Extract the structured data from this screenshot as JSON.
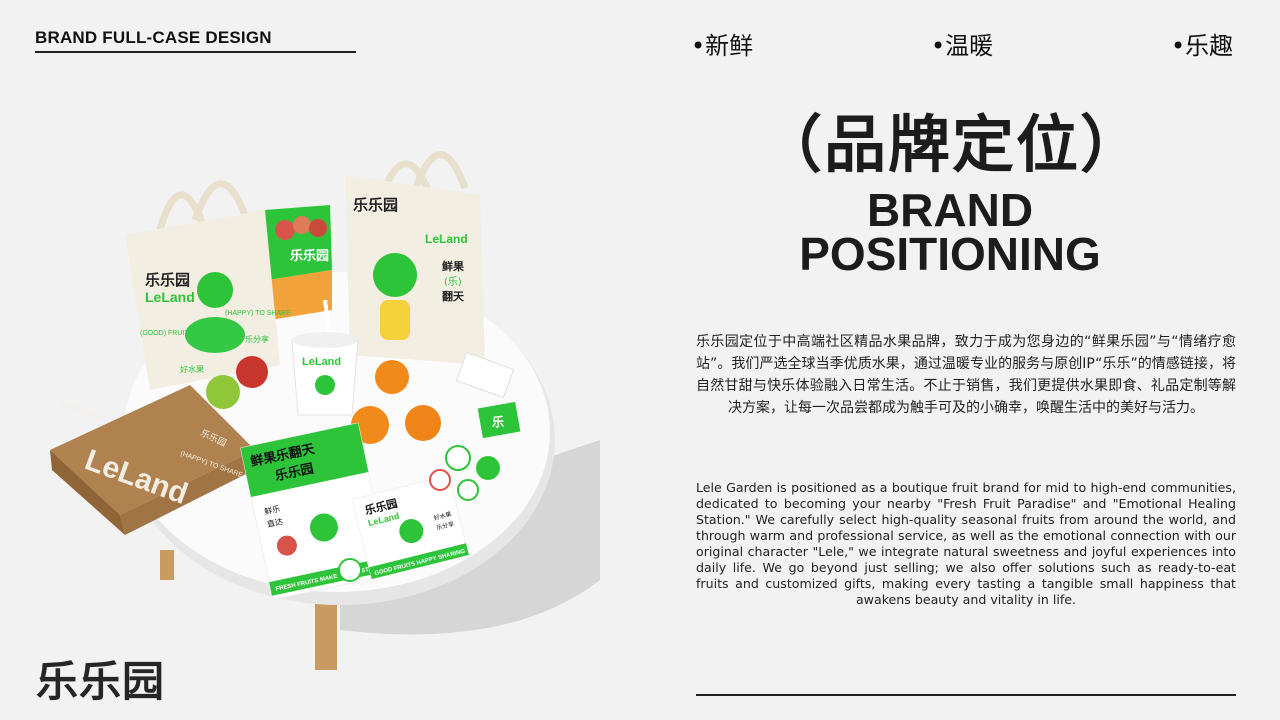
{
  "header": {
    "label": "BRAND FULL-CASE DESIGN"
  },
  "keywords": [
    "•新鲜",
    "•温暖",
    "•乐趣"
  ],
  "title": {
    "cn": "（品牌定位）",
    "en_line1": "BRAND",
    "en_line2": "POSITIONING"
  },
  "description": {
    "cn": "乐乐园定位于中高端社区精品水果品牌，致力于成为您身边的“鲜果乐园”与“情绪疗愈站”。我们严选全球当季优质水果，通过温暖专业的服务与原创IP“乐乐”的情感链接，将自然甘甜与快乐体验融入日常生活。不止于销售，我们更提供水果即食、礼品定制等解决方案，让每一次品尝都成为触手可及的小确幸，唤醒生活中的美好与活力。",
    "en": "Lele Garden is positioned as a boutique fruit brand for mid to high-end communities, dedicated to becoming your nearby \"Fresh Fruit Paradise\" and \"Emotional Healing Station.\" We carefully select high-quality seasonal fruits from around the world, and through warm and professional service, as well as the emotional connection with our original character \"Lele,\" we integrate natural sweetness and joyful experiences into daily life. We go beyond just selling; we also offer solutions such as ready-to-eat fruits and customized gifts, making every tasting a tangible small happiness that awakens beauty and vitality in life."
  },
  "logo": {
    "text": "乐乐园"
  },
  "photo": {
    "bag_left_cn": "乐乐园",
    "bag_left_en": "LeLand",
    "bag_left_tag1": "(GOOD) FRUIT",
    "bag_left_tag2": "(HAPPY) TO SHARE",
    "bag_left_tag3": "乐分享",
    "bag_left_tag4": "好水果",
    "bag_right_cn": "乐乐园",
    "bag_right_en": "LeLand",
    "bag_right_slogan1": "鲜果",
    "bag_right_slogan2": "(乐)",
    "bag_right_slogan3": "翻天",
    "crate_cn": "乐乐园",
    "box_en": "LeLand",
    "box_cn": "乐乐园",
    "box_tag1": "(GOOD) FRUIT",
    "box_tag2": "(HAPPY) TO SHARE",
    "cup_en": "LeLand",
    "poster_big_1": "鲜果乐翻天",
    "poster_big_2": "乐乐园",
    "poster_big_small1": "鲜乐",
    "poster_big_small2": "直达",
    "poster_big_footer": "FRESH FRUITS MAKE YOU ECSTATIC",
    "poster_small_cn": "乐乐园",
    "poster_small_en": "LeLand",
    "poster_small_footer": "GOOD FRUITS HAPPY SHARING",
    "poster_small_tag1": "好水果",
    "poster_small_tag2": "乐分享",
    "card_icon": "乐"
  },
  "colors": {
    "brand_green": "#2ec43a",
    "kraft": "#b0824f",
    "bag": "#f3eee2",
    "table": "#fbfbfb"
  }
}
